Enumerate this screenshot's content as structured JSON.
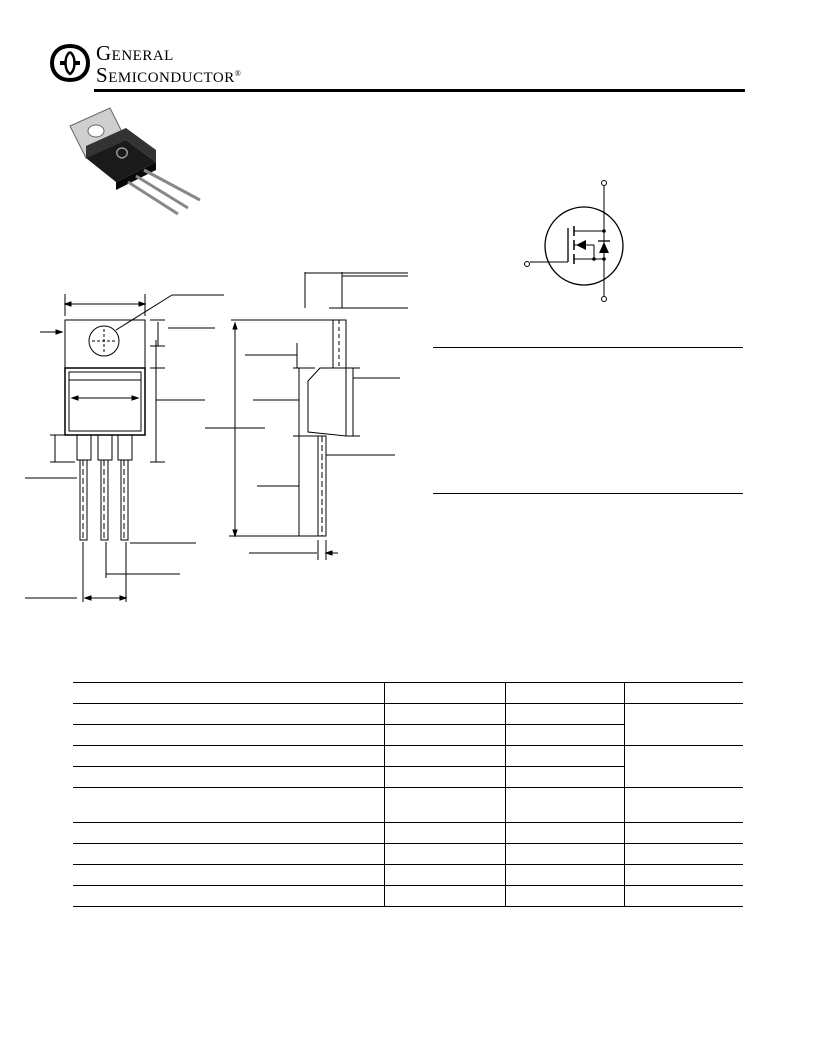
{
  "header": {
    "brand_line1_initial": "G",
    "brand_line1_rest": "ENERAL",
    "brand_line2_initial": "S",
    "brand_line2_rest": "EMICONDUCTOR",
    "registered_mark": "®",
    "logo_icon": "general-semiconductor-logo-icon"
  },
  "colors": {
    "ink": "#000000",
    "package_body": "#1a1a1a",
    "tab_metal": "#c8c8c8"
  }
}
